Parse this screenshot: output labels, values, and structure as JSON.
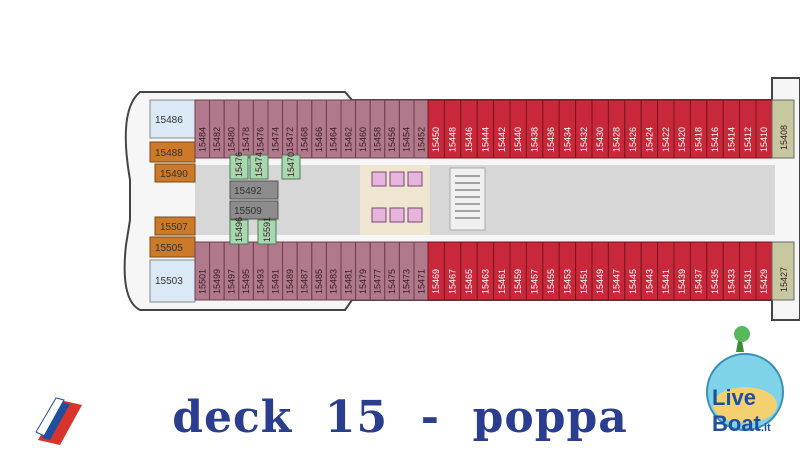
{
  "map": {
    "title": "deck  15  -  poppa",
    "colors": {
      "suite_blue": "#dbe9f7",
      "orange": "#cc7a2a",
      "pink_cabin": "#b07a8c",
      "red_cabin": "#c8283a",
      "green_cabin": "#a8d8b0",
      "grey_cabin": "#8c8c8c",
      "corridor": "#d7d7d7",
      "hull_outline": "#444444",
      "title_blue": "#2a3d8f"
    },
    "labels": {
      "suite_top": "15486",
      "suite_bottom": "15503",
      "orange_1": "15488",
      "orange_2": "15490",
      "orange_3": "15507",
      "orange_4": "15505",
      "grey_1": "15492",
      "grey_2": "15509"
    },
    "top_pink_row": [
      "15484",
      "15482",
      "15480",
      "15478",
      "15476",
      "15474",
      "15472",
      "15468",
      "15466",
      "15464",
      "15462",
      "15460",
      "15458",
      "15456",
      "15454",
      "15452"
    ],
    "top_red_row": [
      "15450",
      "15448",
      "15446",
      "15444",
      "15442",
      "15440",
      "15438",
      "15436",
      "15434",
      "15432",
      "15430",
      "15428",
      "15426",
      "15424",
      "15422",
      "15420",
      "15418",
      "15416",
      "15414",
      "15412",
      "15410"
    ],
    "bottom_pink_row": [
      "15501",
      "15499",
      "15497",
      "15495",
      "15493",
      "15491",
      "15489",
      "15487",
      "15485",
      "15483",
      "15481",
      "15479",
      "15477",
      "15475",
      "15473",
      "15471"
    ],
    "bottom_red_row": [
      "15469",
      "15467",
      "15465",
      "15463",
      "15461",
      "15459",
      "15457",
      "15455",
      "15453",
      "15451",
      "15449",
      "15447",
      "15445",
      "15443",
      "15441",
      "15439",
      "15437",
      "15435",
      "15433",
      "15431",
      "15429"
    ],
    "green_block": [
      "15476",
      "15474",
      "15470",
      "15496",
      "15591"
    ],
    "right_edge_top": "15408",
    "right_edge_bottom": "15427",
    "logo_text_main": "Live",
    "logo_text_boat": "Boat",
    "logo_text_tld": ".it"
  }
}
